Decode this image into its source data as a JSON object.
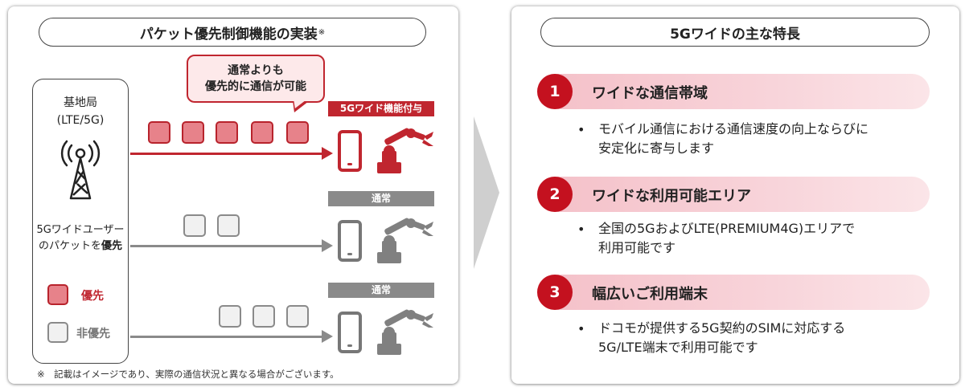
{
  "left": {
    "title": "パケット優先制御機能の実装",
    "title_mark": "※",
    "station_label_1": "基地局",
    "station_label_2": "(LTE/5G)",
    "user_label_1": "5Gワイドユーザー",
    "user_label_2": "のパケットを",
    "user_label_bold": "優先",
    "legend_priority": "優先",
    "legend_nonpriority": "非優先",
    "bubble_line_1": "通常よりも",
    "bubble_line_2": "優先的に通信が可能",
    "lane_tag_1": "5Gワイド機能付与",
    "lane_tag_2": "通常",
    "lane_tag_3": "通常",
    "footnote": "※　記載はイメージであり、実際の通信状況と異なる場合がございます。",
    "colors": {
      "priority": "#c0262f",
      "normal": "#8a8a8a"
    }
  },
  "right": {
    "title": "5Gワイドの主な特長",
    "features": [
      {
        "num": "1",
        "title": "ワイドな通信帯域",
        "bullet": "•",
        "lines": [
          "モバイル通信における通信速度の向上ならびに",
          "安定化に寄与します"
        ]
      },
      {
        "num": "2",
        "title": "ワイドな利用可能エリア",
        "bullet": "•",
        "lines": [
          "全国の5GおよびLTE(PREMIUM4G)エリアで",
          "利用可能です"
        ]
      },
      {
        "num": "3",
        "title": "幅広いご利用端末",
        "bullet": "•",
        "lines": [
          "ドコモが提供する5G契約のSIMに対応する",
          "5G/LTE端末で利用可能です"
        ]
      }
    ],
    "colors": {
      "accent": "#c4111f",
      "bar": "#f4c0c8"
    }
  }
}
